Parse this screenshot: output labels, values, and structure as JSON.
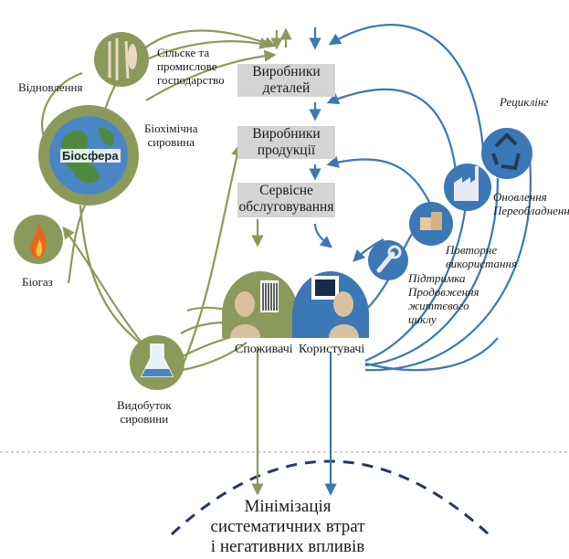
{
  "colors": {
    "green": "#8b9a5b",
    "blue": "#3b78b5",
    "box": "#d4d4d4",
    "dark": "#243b5a"
  },
  "nodes": {
    "agriculture": [
      "Сільске та",
      "промислове",
      "господарство"
    ],
    "renewal": "Відновлення",
    "biosphere": "Біосфера",
    "biochem": [
      "Біохімічна",
      "сировина"
    ],
    "biogas": "Біогаз",
    "extraction": [
      "Видобуток",
      "сировини"
    ]
  },
  "boxes": {
    "parts": [
      "Виробники",
      "деталей"
    ],
    "products": [
      "Виробники",
      "продукції"
    ],
    "service": [
      "Сервісне",
      "обслуговування"
    ]
  },
  "consumers": "Споживачі",
  "users": "Користувачі",
  "loops": {
    "recycling": "Рециклінг",
    "renewal": [
      "Оновлення",
      "Переобладнення"
    ],
    "reuse": [
      "Повторне",
      "використання"
    ],
    "support": [
      "Підтримка",
      "Продовження",
      "життєвого",
      "циклу"
    ]
  },
  "bottom": [
    "Мінімізація",
    "систематичних втрат",
    "і негативних впливів"
  ],
  "icons": [
    "wheat-fish-icon",
    "globe-icon",
    "flame-icon",
    "flask-icon",
    "barcode-head-icon",
    "computer-head-icon",
    "wrench-icon",
    "boxes-icon",
    "factory-icon",
    "recycle-icon"
  ]
}
